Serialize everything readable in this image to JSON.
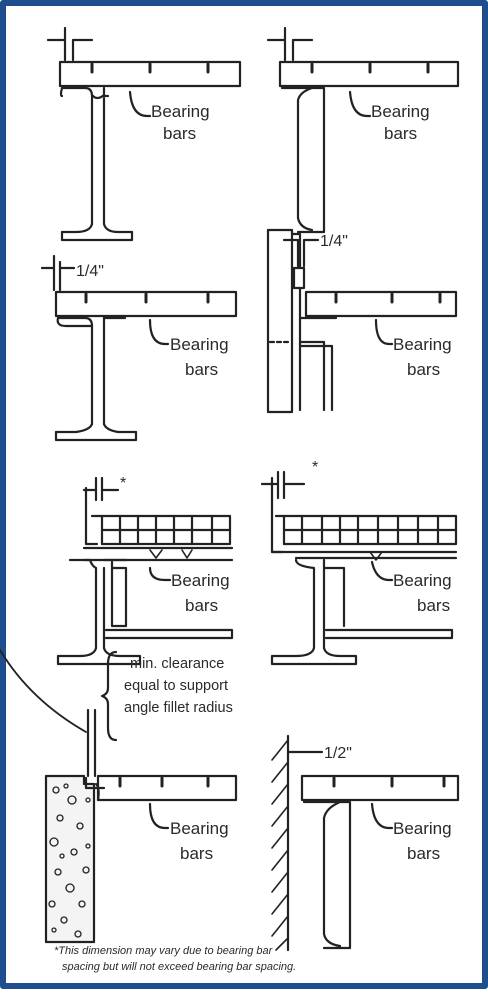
{
  "frame": {
    "border_color": "#1f4e8c"
  },
  "details": [
    {
      "label_line1": "Bearing",
      "label_line2": "bars"
    },
    {
      "label_line1": "Bearing",
      "label_line2": "bars"
    },
    {
      "label_line1": "Bearing",
      "label_line2": "bars",
      "dimension": "1/4\""
    },
    {
      "label_line1": "Bearing",
      "label_line2": "bars",
      "dimension": "1/4\""
    },
    {
      "label_line1": "Bearing",
      "label_line2": "bars",
      "dimension": "*"
    },
    {
      "label_line1": "Bearing",
      "label_line2": "bars",
      "dimension": "*"
    },
    {
      "label_line1": "Bearing",
      "label_line2": "bars",
      "note_line1": "min. clearance",
      "note_line2": "equal to support",
      "note_line3": "angle fillet radius"
    },
    {
      "label_line1": "Bearing",
      "label_line2": "bars",
      "dimension": "1/2\""
    }
  ],
  "footnote": {
    "line1": "*This dimension may vary due to bearing bar",
    "line2": "spacing but will not exceed bearing bar spacing."
  }
}
